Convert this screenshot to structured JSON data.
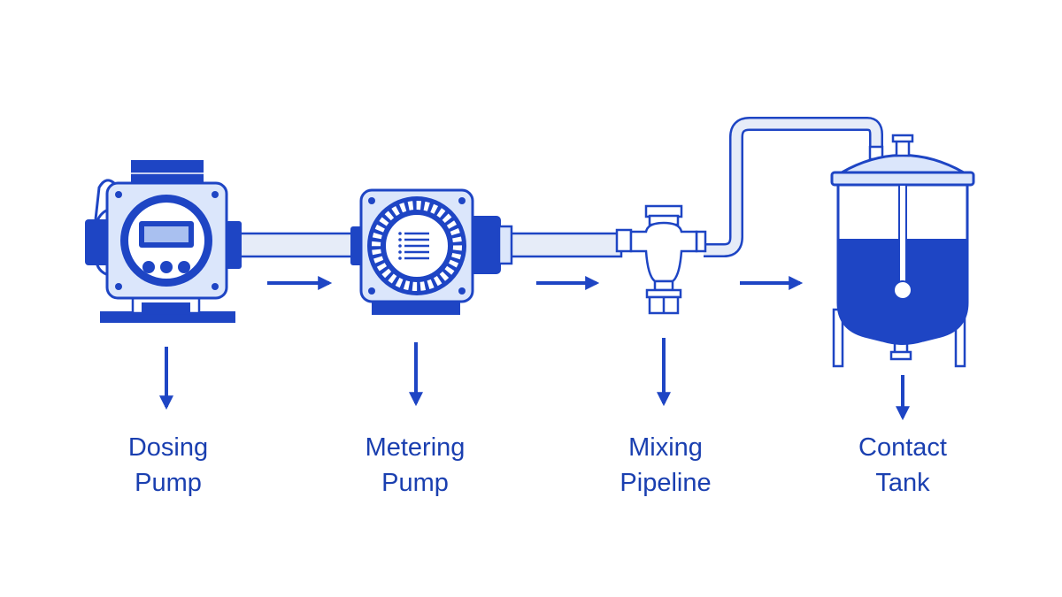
{
  "colors": {
    "primary": "#1e45c4",
    "fill_light": "#dbe6fb",
    "fill_dark": "#1e45c4",
    "pipe": "#e6ecf8",
    "label": "#1a3fb0",
    "display": "#a9c0f0"
  },
  "components": [
    {
      "id": "dosing-pump",
      "icon": "dosing-pump-icon",
      "label_line1": "Dosing",
      "label_line2": "Pump"
    },
    {
      "id": "metering-pump",
      "icon": "metering-pump-icon",
      "label_line1": "Metering",
      "label_line2": "Pump"
    },
    {
      "id": "mixing-pipeline",
      "icon": "mixing-pipeline-icon",
      "label_line1": "Mixing",
      "label_line2": "Pipeline"
    },
    {
      "id": "contact-tank",
      "icon": "contact-tank-icon",
      "label_line1": "Contact",
      "label_line2": "Tank"
    }
  ],
  "flow_arrows": [
    "flow-arrow-1",
    "flow-arrow-2",
    "flow-arrow-3"
  ],
  "down_arrows": [
    "down-arrow-dosing",
    "down-arrow-metering",
    "down-arrow-mixing",
    "down-arrow-tank"
  ]
}
